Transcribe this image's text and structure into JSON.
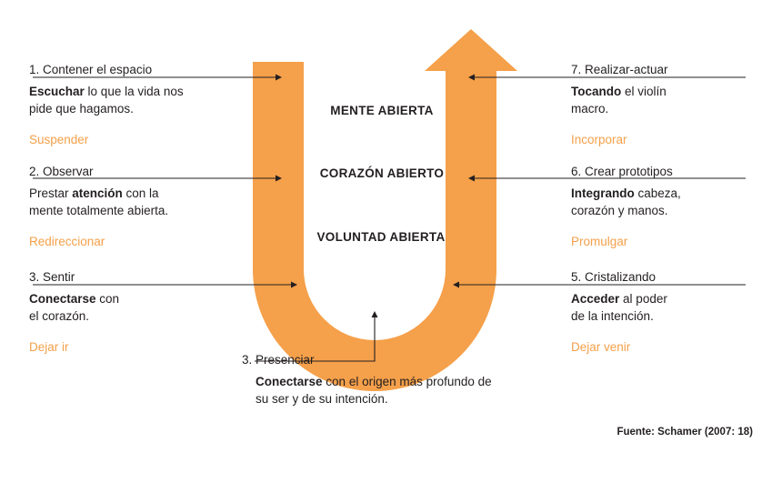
{
  "diagram": {
    "shape_color": "#F5A04A",
    "accent_color": "#F4A04A",
    "text_color": "#231f20"
  },
  "center_labels": [
    {
      "text": "MENTE ABIERTA"
    },
    {
      "text": "CORAZÓN ABIERTO"
    },
    {
      "text": "VOLUNTAD ABIERTA"
    }
  ],
  "left_steps": [
    {
      "title": "1. Contener el espacio",
      "body_line1_bold": "Escuchar",
      "body_line1_rest": " lo que la vida nos",
      "body_line2": "pide que hagamos.",
      "accent": "Suspender"
    },
    {
      "title": "2. Observar",
      "body_line1_prefix": "Prestar ",
      "body_line1_bold": "atención",
      "body_line1_rest": " con la",
      "body_line2": "mente totalmente abierta.",
      "accent": "Redireccionar"
    },
    {
      "title": "3. Sentir",
      "body_line1_bold": "Conectarse",
      "body_line1_rest": " con",
      "body_line2": "el corazón.",
      "accent": "Dejar ir"
    }
  ],
  "right_steps": [
    {
      "title": "7. Realizar-actuar",
      "body_line1_bold": "Tocando",
      "body_line1_rest": " el violín",
      "body_line2": "macro.",
      "accent": "Incorporar"
    },
    {
      "title": "6. Crear prototipos",
      "body_line1_bold": "Integrando",
      "body_line1_rest": " cabeza,",
      "body_line2": "corazón y manos.",
      "accent": "Promulgar"
    },
    {
      "title": "5. Cristalizando",
      "body_line1_bold": "Acceder",
      "body_line1_rest": " al poder",
      "body_line2": "de la intención.",
      "accent": "Dejar venir"
    }
  ],
  "bottom_step": {
    "title": "3. Presenciar",
    "body_line1_bold": "Conectarse",
    "body_line1_rest": " con el origen más profundo de",
    "body_line2": "su ser y de su intención."
  },
  "source": "Fuente: Schamer (2007: 18)"
}
